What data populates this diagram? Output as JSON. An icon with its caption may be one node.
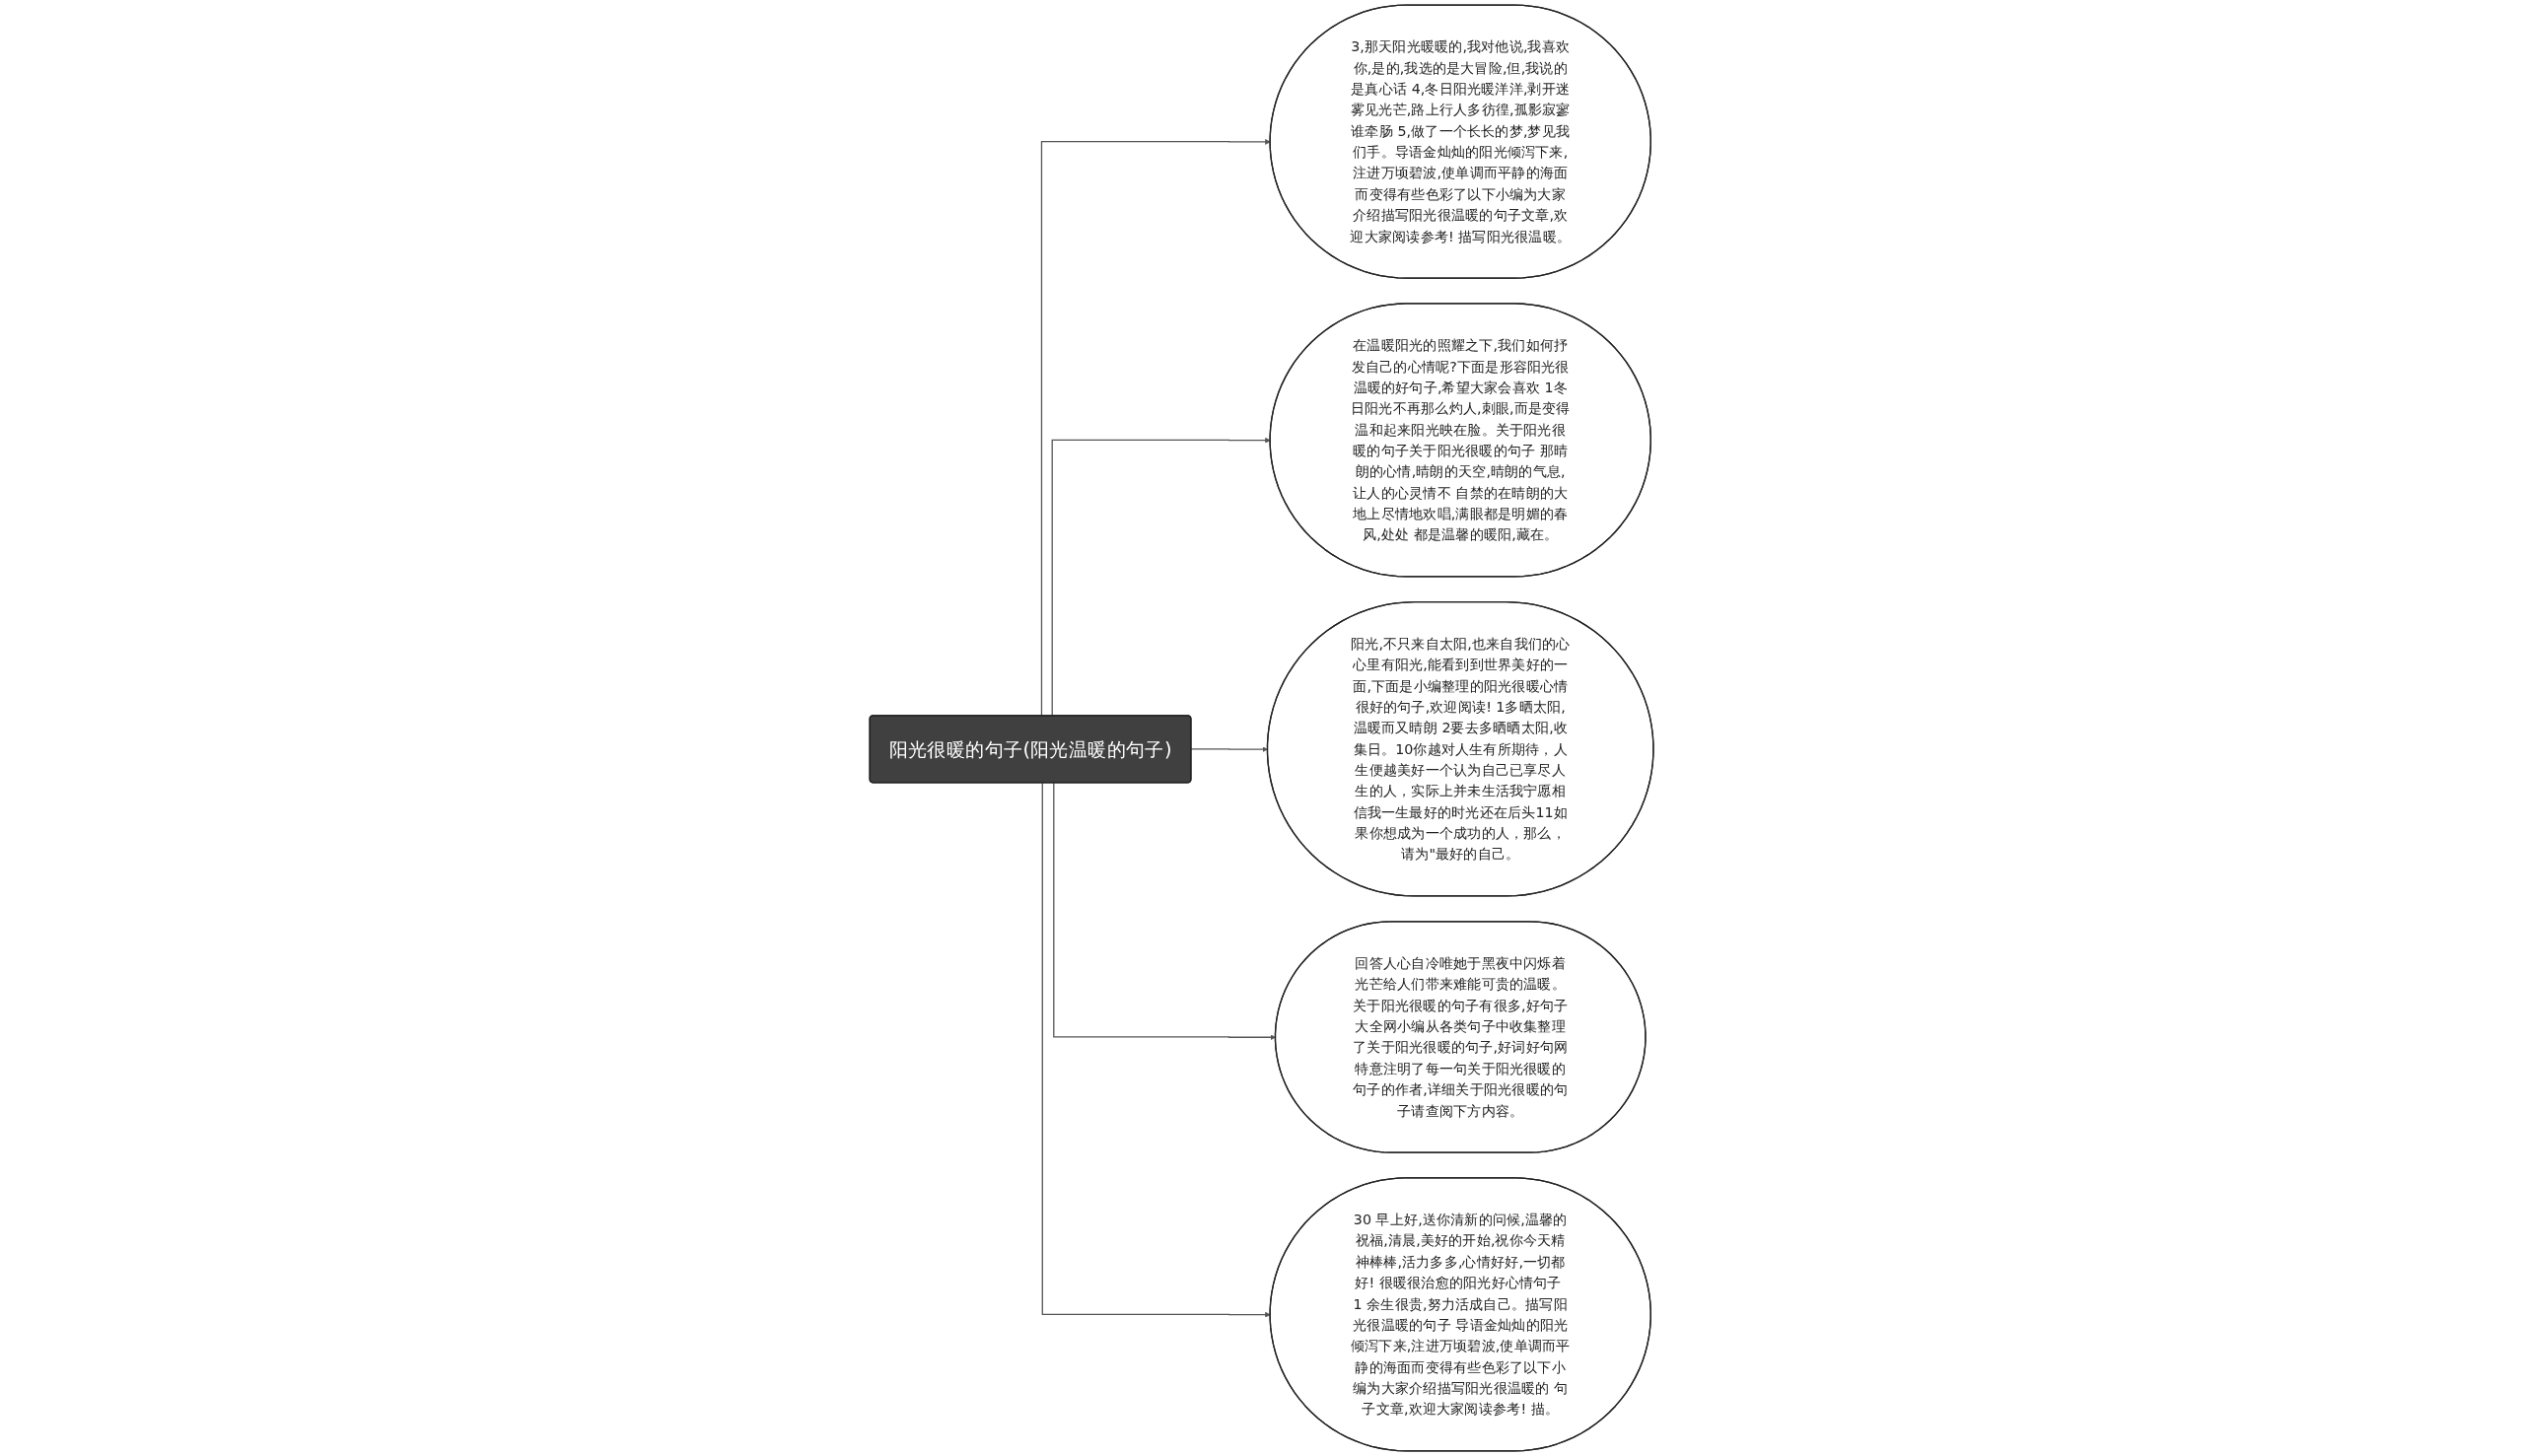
{
  "diagram": {
    "nodes": [
      {
        "text": [
          "阳光很暖的句子(阳光温暖的句子)"
        ]
      },
      {
        "text": [
          "3,那天阳光暖暖的,我对他说,我喜欢你,是的,我选的是大冒险,但,我说的是真心话 4,冬日阳光暖洋洋,剥开迷雾见光芒,路上行人多彷徨,孤影寂寥谁牵肠 5,做了一个长长的梦,梦见我们手。导语金灿灿的阳光倾泻下来,注进万顷碧波,使单调而平静的海面而变得有些色彩了以下小编为大家介绍描写阳光很温暖的句子文章,欢迎大家阅读参考! 描写阳光很温暖。"
        ]
      },
      {
        "text": [
          "在温暖阳光的照耀之下,我们如何抒发自己的心情呢?下面是形容阳光很温暖的好句子,希望大家会喜欢 1冬日阳光不再那么灼人,刺眼,而是变得温和起来阳光映在脸。关于阳光很暖的句子关于阳光很暖的句子 那晴朗的心情,晴朗的天空,晴朗的气息,让人的心灵情不 自禁的在晴朗的大地上尽情地欢唱,满眼都是明媚的春风,处处 都是温馨的暖阳,藏在。"
        ]
      },
      {
        "text": [
          "阳光,不只来自太阳,也来自我们的心心里有阳光,能看到到世界美好的一面,下面是小编整理的阳光很暖心情很好的句子,欢迎阅读! 1多晒太阳,温暖而又晴朗 2要去多晒晒太阳,收集日。10你越对人生有所期待，人生便越美好一个认为自己已享尽人生的人，实际上并未生活我宁愿相信我一生最好的时光还在后头11如果你想成为一个成功的人，那么，请为\"最好的自己。"
        ]
      },
      {
        "text": [
          "回答人心自冷唯她于黑夜中闪烁着光芒给人们带来难能可贵的温暖。关于阳光很暖的句子有很多,好句子大全网小编从各类句子中收集整理了关于阳光很暖的句子,好词好句网特意注明了每一句关于阳光很暖的句子的作者,详细关于阳光很暖的句子请查阅下方内容。"
        ]
      },
      {
        "text": [
          "30 早上好,送你清新的问候,温馨的祝福,清晨,美好的开始,祝你今天精神棒棒,活力多多,心情好好,一切都好! 很暖很治愈的阳光好心情句子 1 余生很贵,努力活成自己。描写阳光很温暖的句子 导语金灿灿的阳光倾泻下来,注进万顷碧波,使单调而平静的海面而变得有些色彩了以下小编为大家介绍描写阳光很温暖的 句子文章,欢迎大家阅读参考! 描。"
        ]
      }
    ],
    "edges": [
      {
        "from": 0,
        "to": 1,
        "arrow": "to"
      },
      {
        "from": 0,
        "to": 2,
        "arrow": "to"
      },
      {
        "from": 0,
        "to": 3,
        "arrow": "to"
      },
      {
        "from": 0,
        "to": 4,
        "arrow": "to"
      },
      {
        "from": 0,
        "to": 5,
        "arrow": "to"
      }
    ]
  }
}
